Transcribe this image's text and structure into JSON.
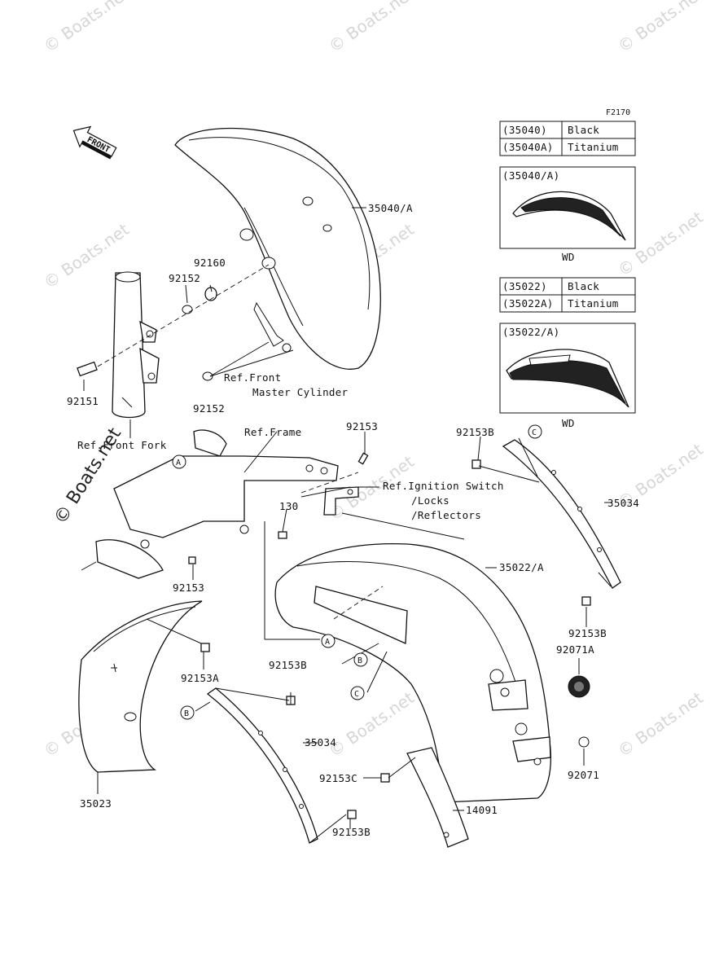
{
  "watermark_text": "© Boats.net",
  "figure_id": "F2170",
  "front_arrow_label": "FRONT",
  "table_front": [
    {
      "part": "(35040)",
      "color": "Black"
    },
    {
      "part": "(35040A)",
      "color": "Titanium"
    }
  ],
  "table_rear": [
    {
      "part": "(35022)",
      "color": "Black"
    },
    {
      "part": "(35022A)",
      "color": "Titanium"
    }
  ],
  "detail_front": {
    "title": "(35040/A)",
    "caption": "WD"
  },
  "detail_rear": {
    "title": "(35022/A)",
    "caption": "WD"
  },
  "labels": {
    "p35040a": "35040/A",
    "p92160": "92160",
    "p92152_top": "92152",
    "p92152_bottom": "92152",
    "p92151": "92151",
    "ref_front_master_1": "Ref.Front",
    "ref_front_master_2": "Master Cylinder",
    "ref_front_fork": "Ref.Front Fork",
    "ref_frame": "Ref.Frame",
    "p92153_top": "92153",
    "p92153_left": "92153",
    "ref_ignition_1": "Ref.Ignition Switch",
    "ref_ignition_2": "/Locks",
    "ref_ignition_3": "/Reflectors",
    "p130": "130",
    "p92153b_top": "92153B",
    "p35034_right": "35034",
    "p35022a": "35022/A",
    "p92153b_right": "92153B",
    "p92071a": "92071A",
    "p92071": "92071",
    "p92153a": "92153A",
    "p92153b_mid": "92153B",
    "p35034_bottom": "35034",
    "p92153c": "92153C",
    "p14091": "14091",
    "p92153b_bottom": "92153B",
    "p35023": "35023",
    "callout_a": "A",
    "callout_b": "B",
    "callout_c": "C"
  }
}
